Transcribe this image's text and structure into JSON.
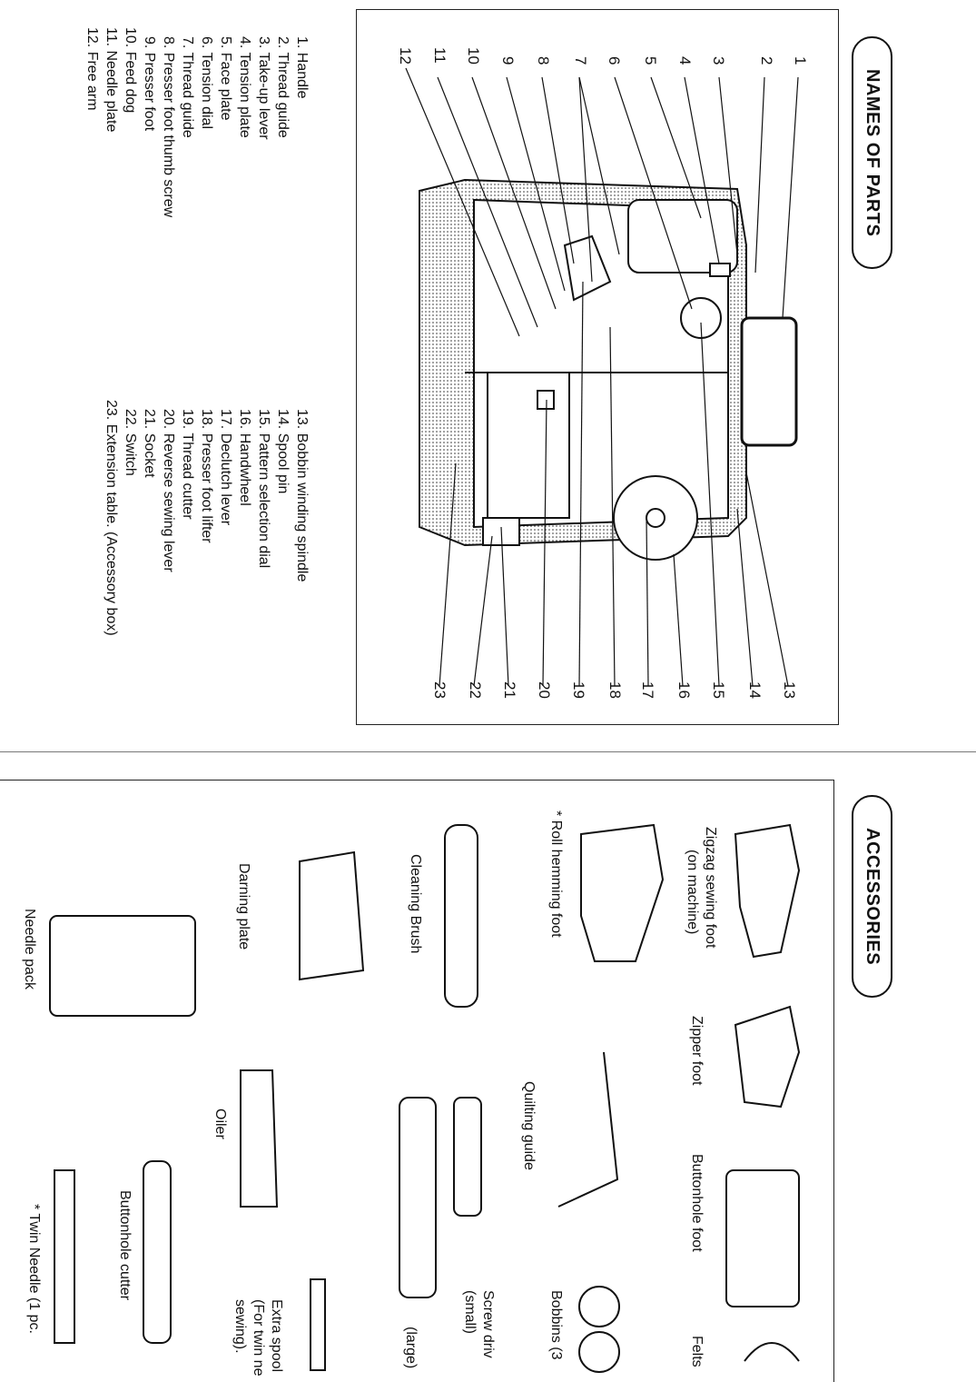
{
  "names_section": {
    "title": "NAMES OF PARTS",
    "callouts": [
      "1",
      "2",
      "3",
      "4",
      "5",
      "6",
      "7",
      "8",
      "9",
      "10",
      "11",
      "12",
      "13",
      "14",
      "15",
      "16",
      "17",
      "18",
      "19",
      "20",
      "21",
      "22",
      "23"
    ],
    "parts_col1": [
      "1. Handle",
      "2. Thread guide",
      "3. Take-up lever",
      "4. Tension plate",
      "5. Face plate",
      "6. Tension dial",
      "7. Thread guide",
      "8. Presser foot thumb screw",
      "9. Presser foot",
      "10. Feed dog",
      "11. Needle plate",
      "12. Free arm"
    ],
    "parts_col2": [
      "13. Bobbin winding spindle",
      "14. Spool pin",
      "15. Pattern selection dial",
      "16. Handwheel",
      "17. Declutch lever",
      "18. Presser foot lifter",
      "19. Thread cutter",
      "20. Reverse sewing lever",
      "21. Socket",
      "22. Switch",
      "23. Extension table. (Accessory box)"
    ]
  },
  "accessories_section": {
    "title": "ACCESSORIES",
    "items": {
      "zigzag_foot": [
        "Zigzag sewing foot",
        "(on machine)"
      ],
      "zipper_foot": "Zipper foot",
      "buttonhole_foot": "Buttonhole foot",
      "felts": "Felts",
      "roll_hemming_foot": "* Roll hemming foot",
      "quilting_guide": "Quilting guide",
      "bobbins": "Bobbins (3",
      "cleaning_brush": "Cleaning Brush",
      "screw_driver": [
        "Screw driv",
        "(small)"
      ],
      "screw_driver_large": "(large)",
      "extra_spool": [
        "Extra spool",
        "(For twin ne",
        "sewing)."
      ],
      "darning_plate": "Darning plate",
      "oiler": "Oiler",
      "buttonhole_cutter": "Buttonhole cutter",
      "needle_pack": "Needle pack",
      "twin_needle": "* Twin Needle (1 pc."
    }
  },
  "colors": {
    "ink": "#111111",
    "paper": "#ffffff"
  }
}
